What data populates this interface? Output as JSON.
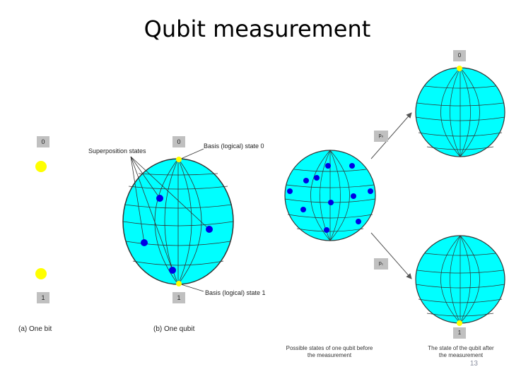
{
  "title": "Qubit measurement",
  "panel_a": {
    "label_top": "0",
    "label_bottom": "1",
    "caption": "(a)  One bit"
  },
  "panel_b": {
    "label_top": "0",
    "label_bottom": "1",
    "caption": "(b)  One qubit",
    "annotation_superposition": "Superposition states",
    "annotation_basis0": "Basis (logical) state 0",
    "annotation_basis1": "Basis (logical) state 1"
  },
  "panel_c": {
    "p0_label": "p₀",
    "p1_label": "p₁",
    "caption_before": [
      "Possible states of one qubit  before",
      "the measurement"
    ],
    "caption_after": [
      "The state of the qubit  after",
      "the measurement"
    ],
    "top_state": "0",
    "bottom_state": "1"
  },
  "page_number": "13",
  "colors": {
    "sphere": "#00ffff",
    "dot": "#0000e6",
    "pole": "#ffff00",
    "label_box": "#c0c0c0"
  }
}
